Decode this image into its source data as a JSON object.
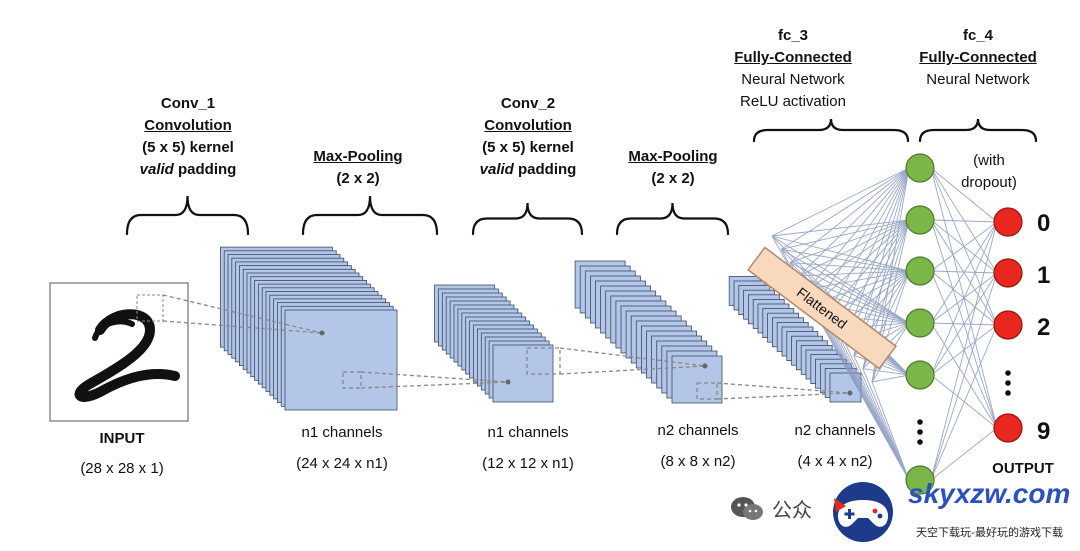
{
  "conv1": {
    "name": "Conv_1",
    "type": "Convolution",
    "kernel": "(5 x 5) kernel",
    "padding_word": "valid",
    "padding_rest": " padding"
  },
  "pool1": {
    "name": "Max-Pooling",
    "size": "(2 x 2)"
  },
  "conv2": {
    "name": "Conv_2",
    "type": "Convolution",
    "kernel": "(5 x 5) kernel",
    "padding_word": "valid",
    "padding_rest": " padding"
  },
  "pool2": {
    "name": "Max-Pooling",
    "size": "(2 x 2)"
  },
  "fc3": {
    "name": "fc_3",
    "type": "Fully-Connected",
    "line1": "Neural Network",
    "line2": "ReLU activation"
  },
  "fc4": {
    "name": "fc_4",
    "type": "Fully-Connected",
    "line1": "Neural Network"
  },
  "dropout": {
    "line1": "(with",
    "line2": "dropout)"
  },
  "flattened": "Flattened",
  "input": {
    "title": "INPUT",
    "dims": "(28 x 28 x 1)"
  },
  "stages": [
    {
      "channels": "n1 channels",
      "dims": "(24 x 24 x n1)"
    },
    {
      "channels": "n1 channels",
      "dims": "(12 x 12 x n1)"
    },
    {
      "channels": "n2 channels",
      "dims": "(8 x 8 x n2)"
    },
    {
      "channels": "n2 channels",
      "dims": "(4 x 4 x n2)"
    }
  ],
  "outputs": [
    "0",
    "1",
    "2",
    "9"
  ],
  "output_label": "OUTPUT",
  "watermark": {
    "wechat": "公众",
    "brand": "skyxzw.com",
    "tagline": "天空下载玩-最好玩的游戏下载"
  },
  "colors": {
    "feature_map": "#b4c6e7",
    "feature_border": "#3a4a6b",
    "hidden_node": "#7ab648",
    "output_node": "#e8281e",
    "flatten_fill": "#f8d9be",
    "edge": "#8898c0"
  }
}
